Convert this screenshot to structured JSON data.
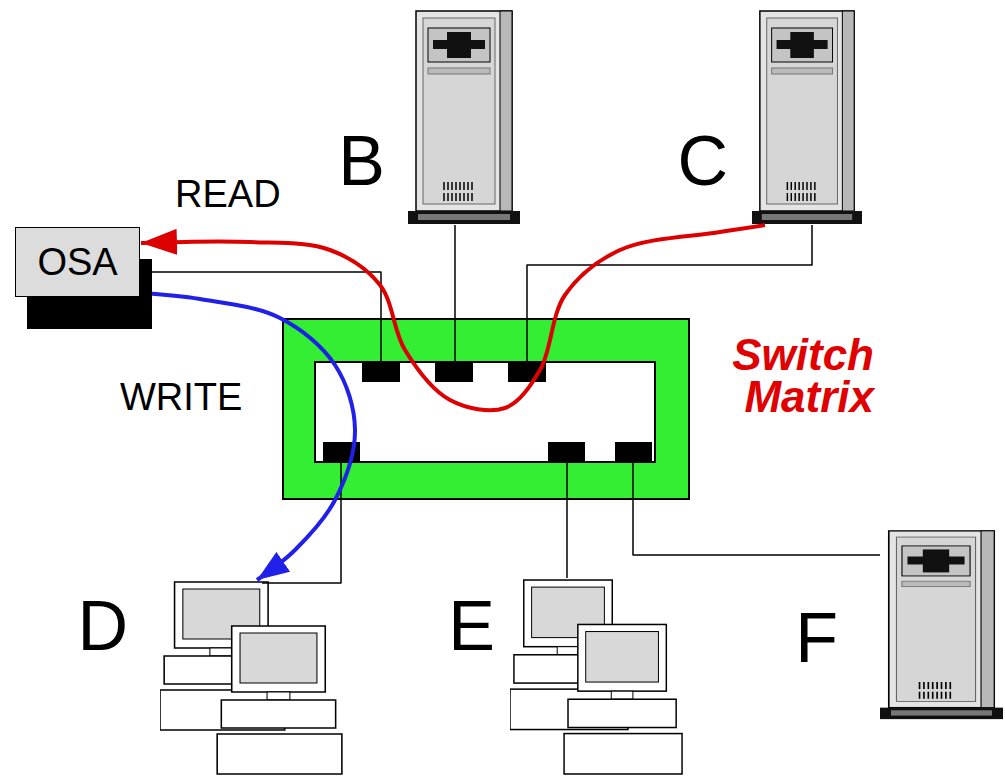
{
  "diagram": {
    "nodes": [
      {
        "text": [
          "B"
        ]
      },
      {
        "text": [
          "C"
        ]
      },
      {
        "text": [
          "OSA"
        ]
      },
      {
        "text": [
          "Switch Matrix"
        ]
      },
      {
        "text": [
          "D"
        ]
      },
      {
        "text": [
          "E"
        ]
      },
      {
        "text": [
          "F"
        ]
      }
    ],
    "edges": [
      {
        "from": 0,
        "to": 3,
        "arrow": "none"
      },
      {
        "from": 1,
        "to": 3,
        "arrow": "none"
      },
      {
        "from": 2,
        "to": 3,
        "arrow": "none"
      },
      {
        "from": 4,
        "to": 3,
        "arrow": "none"
      },
      {
        "from": 5,
        "to": 3,
        "arrow": "none"
      },
      {
        "from": 6,
        "to": 3,
        "arrow": "none"
      },
      {
        "from": 1,
        "to": 2,
        "label": "READ",
        "arrow": "to"
      },
      {
        "from": 2,
        "to": 4,
        "label": "WRITE",
        "arrow": "to"
      }
    ]
  }
}
